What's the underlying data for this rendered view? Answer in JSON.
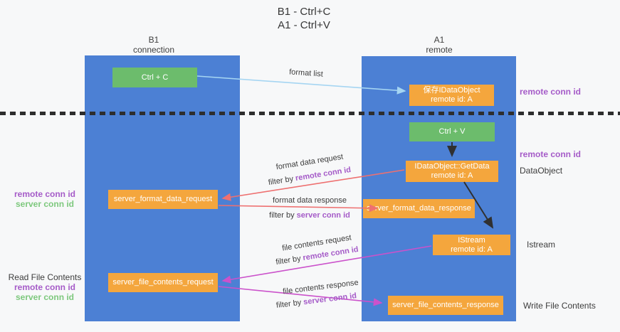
{
  "title": {
    "line1": "B1 - Ctrl+C",
    "line2": "A1 - Ctrl+V"
  },
  "lanes": {
    "left": {
      "name": "B1",
      "role": "connection"
    },
    "right": {
      "name": "A1",
      "role": "remote"
    }
  },
  "nodes": {
    "ctrl_c": {
      "label": "Ctrl + C"
    },
    "ctrl_v": {
      "label": "Ctrl + V"
    },
    "save_idataobject": {
      "line1": "保存IDataObject",
      "line2": "remote id: A"
    },
    "getdata": {
      "line1": "IDataObject::GetData",
      "line2": "remote id: A"
    },
    "istream": {
      "line1": "IStream",
      "line2": "remote id: A"
    },
    "format_request": {
      "label": "server_format_data_request"
    },
    "format_response": {
      "label": "server_format_data_response"
    },
    "file_request": {
      "label": "server_file_contents_request"
    },
    "file_response": {
      "label": "server_file_contents_response"
    }
  },
  "side_labels": {
    "right_remote_conn_top": "remote conn id",
    "right_remote_conn_mid": "remote conn id",
    "dataobject": "DataObject",
    "istream": "Istream",
    "write_file": "Write File Contents",
    "read_file": "Read File Contents",
    "left_remote_conn_1": "remote conn id",
    "left_server_conn_1": "server conn id",
    "left_remote_conn_2": "remote conn id",
    "left_server_conn_2": "server conn id"
  },
  "edge_labels": {
    "format_list": "format list",
    "format_data_request": "format data request",
    "filter_by_1": "filter by ",
    "filter_remote_1": "remote conn id",
    "format_data_response": "format data response",
    "filter_by_2": "filter by ",
    "filter_server_2": "server conn id",
    "file_contents_request": "file contents request",
    "filter_by_3": "filter by ",
    "filter_remote_3": "remote conn id",
    "file_contents_response": "file contents response",
    "filter_by_4": "filter by ",
    "filter_server_4": "server conn id"
  },
  "colors": {
    "background": "#f7f8f9",
    "lane_blue": "#4c80d4",
    "node_orange": "#f4a63d",
    "node_green": "#6cbc6c",
    "arrow_light_blue": "#a5d5f2",
    "arrow_red": "#ee7070",
    "arrow_magenta": "#cb52cb",
    "arrow_black": "#303030",
    "label_purple": "#a55bc8",
    "label_green": "#7dc87d",
    "dash_line": "#2d2d2d"
  }
}
